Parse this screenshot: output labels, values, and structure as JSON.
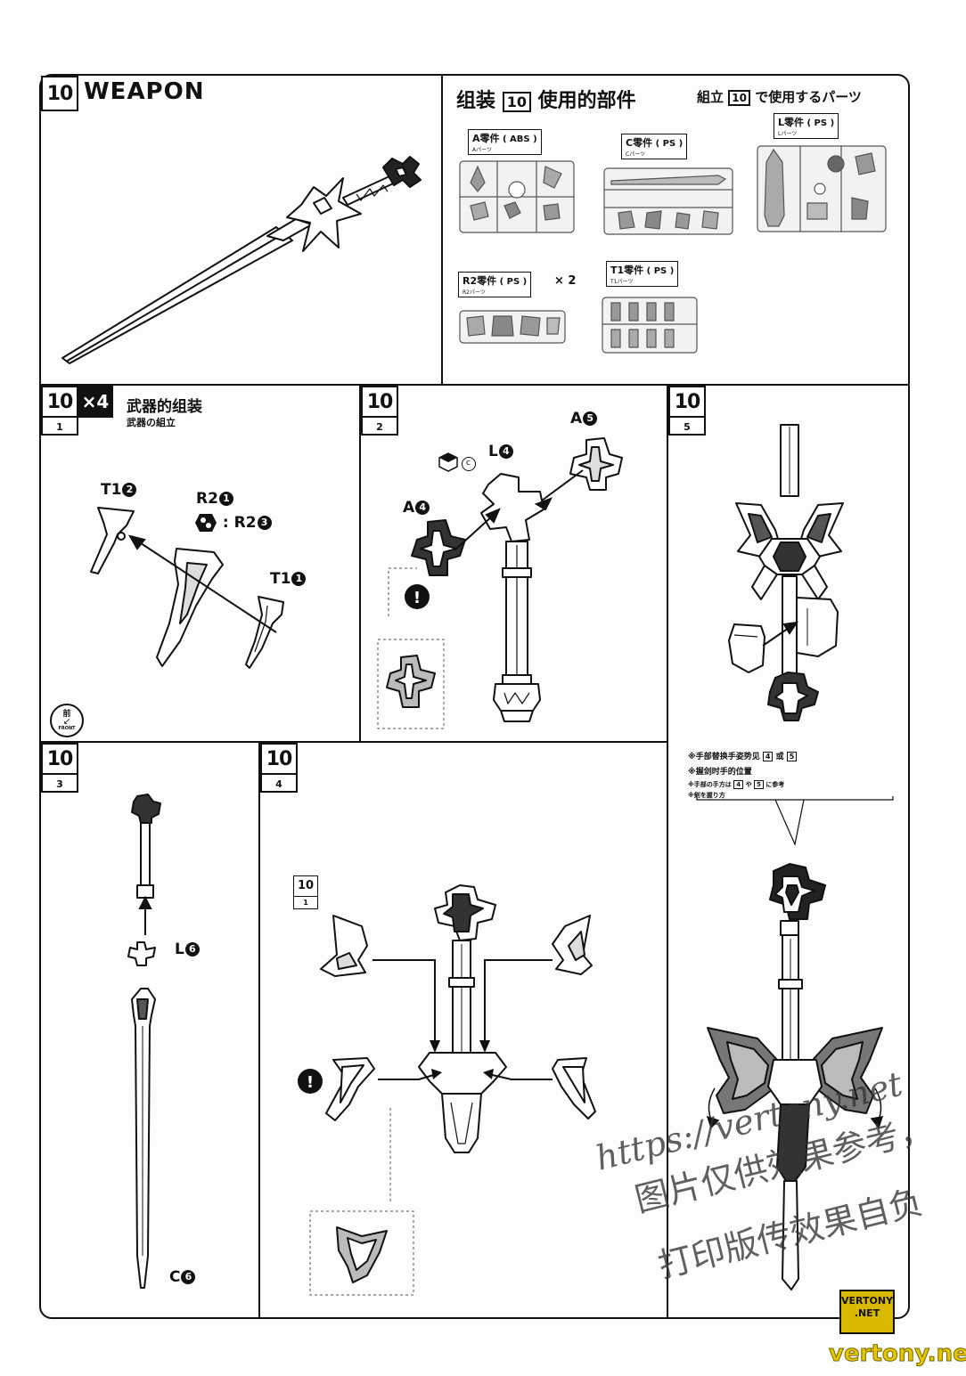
{
  "header": {
    "step_number": "10",
    "title": "WEAPON",
    "parts_title_cn": "组装",
    "parts_title_cn_suffix": "使用的部件",
    "parts_title_jp_prefix": "組立",
    "parts_title_jp_suffix": "で使用するパーツ"
  },
  "parts": [
    {
      "name": "A零件",
      "sub": "Aパーツ",
      "material": "( ABS )"
    },
    {
      "name": "C零件",
      "sub": "Cパーツ",
      "material": "( PS )"
    },
    {
      "name": "L零件",
      "sub": "Lパーツ",
      "material": "( PS )"
    },
    {
      "name": "R2零件",
      "sub": "R2パーツ",
      "material": "( PS )",
      "qty": "× 2"
    },
    {
      "name": "T1零件",
      "sub": "T1パーツ",
      "material": "( PS )"
    }
  ],
  "steps": {
    "s1": {
      "num": "10",
      "sub": "1",
      "multiplier": "×4",
      "title_cn": "武器的组装",
      "title_jp": "武器の組立",
      "labels": {
        "t1a": "T1",
        "t1a_n": "2",
        "r2a": "R2",
        "r2a_n": "1",
        "r2b": ": R2",
        "r2b_n": "3",
        "t1b": "T1",
        "t1b_n": "1"
      },
      "front_cn": "前",
      "front_en": "FRONT"
    },
    "s2": {
      "num": "10",
      "sub": "2",
      "labels": {
        "l4": "L",
        "l4_n": "4",
        "a5": "A",
        "a5_n": "5",
        "a4": "A",
        "a4_n": "4",
        "c": "c"
      }
    },
    "s3": {
      "num": "10",
      "sub": "3",
      "labels": {
        "l6": "L",
        "l6_n": "6",
        "c6": "C",
        "c6_n": "6"
      }
    },
    "s4": {
      "num": "10",
      "sub": "4",
      "ref_num": "10",
      "ref_sub": "1"
    },
    "s5": {
      "num": "10",
      "sub": "5",
      "notes": [
        "※手部替换手姿势见",
        "※握剑时手的位置",
        "※手部の手方は",
        "※剣を握り方"
      ],
      "note_refs": [
        "4",
        "或",
        "5",
        "4",
        "や",
        "5",
        "に参考"
      ]
    }
  },
  "watermark": {
    "url": "https://vertony.net",
    "line1": "图片仅供效果参考，",
    "line2": "打印版传效果自负"
  },
  "branding": {
    "badge": "VERTONY .NET",
    "site": "vertony.net"
  }
}
